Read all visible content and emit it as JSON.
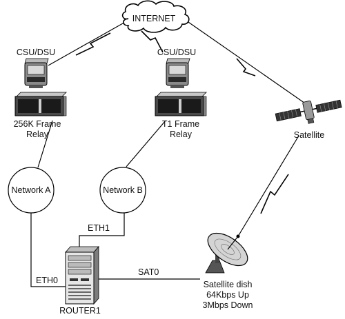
{
  "nodes": {
    "internet": {
      "label": "INTERNET"
    },
    "csu_left": {
      "label": "CSU/DSU"
    },
    "csu_right": {
      "label": "CSU/DSU"
    },
    "frame_left": {
      "label_line1": "256K Frame",
      "label_line2": "Relay"
    },
    "frame_right": {
      "label_line1": "T1 Frame",
      "label_line2": "Relay"
    },
    "satellite": {
      "label": "Satellite"
    },
    "network_a": {
      "label": "Network A"
    },
    "network_b": {
      "label": "Network B"
    },
    "router": {
      "label": "ROUTER1"
    },
    "dish": {
      "label_line1": "Satellite dish",
      "label_line2": "64Kbps Up",
      "label_line3": "3Mbps Down"
    }
  },
  "interfaces": {
    "eth0": "ETH0",
    "eth1": "ETH1",
    "sat0": "SAT0"
  }
}
